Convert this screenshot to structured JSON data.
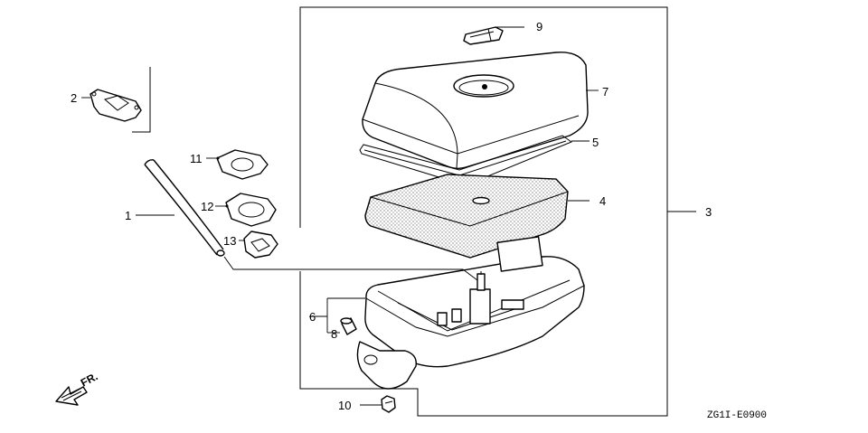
{
  "diagram": {
    "labels": {
      "p1": "1",
      "p2": "2",
      "p3": "3",
      "p4": "4",
      "p5": "5",
      "p6": "6",
      "p7": "7",
      "p8": "8",
      "p9": "9",
      "p10": "10",
      "p11": "11",
      "p12": "12",
      "p13": "13"
    },
    "direction": "FR.",
    "code": "ZG1I-E0900"
  }
}
